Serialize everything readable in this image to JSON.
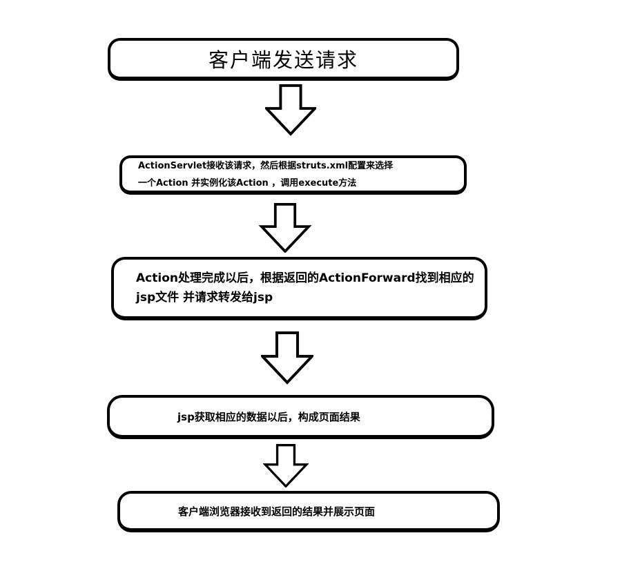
{
  "page": {
    "background_color": "#ffffff"
  },
  "diagram": {
    "type": "flowchart",
    "direction": "top-down",
    "stroke_color": "#000000",
    "node_fill_color": "#ffffff",
    "nodes": [
      {
        "id": "client-request",
        "lines": [
          "客户端发送请求"
        ]
      },
      {
        "id": "actionservlet-receive",
        "lines": [
          "ActionServlet接收该请求，然后根据struts.xml配置来选择",
          "一个Action 并实例化该Action ，调用execute方法"
        ]
      },
      {
        "id": "action-forward",
        "lines": [
          "Action处理完成以后，根据返回的ActionForward找到相应的",
          "jsp文件 并请求转发给jsp"
        ]
      },
      {
        "id": "jsp-build-page",
        "lines": [
          "jsp获取相应的数据以后，构成页面结果"
        ]
      },
      {
        "id": "browser-display",
        "lines": [
          "客户端浏览器接收到返回的结果并展示页面"
        ]
      }
    ],
    "connectors": [
      {
        "from": "client-request",
        "to": "actionservlet-receive",
        "shape": "block-arrow-down"
      },
      {
        "from": "actionservlet-receive",
        "to": "action-forward",
        "shape": "block-arrow-down"
      },
      {
        "from": "action-forward",
        "to": "jsp-build-page",
        "shape": "block-arrow-down"
      },
      {
        "from": "jsp-build-page",
        "to": "browser-display",
        "shape": "block-arrow-down"
      }
    ]
  }
}
